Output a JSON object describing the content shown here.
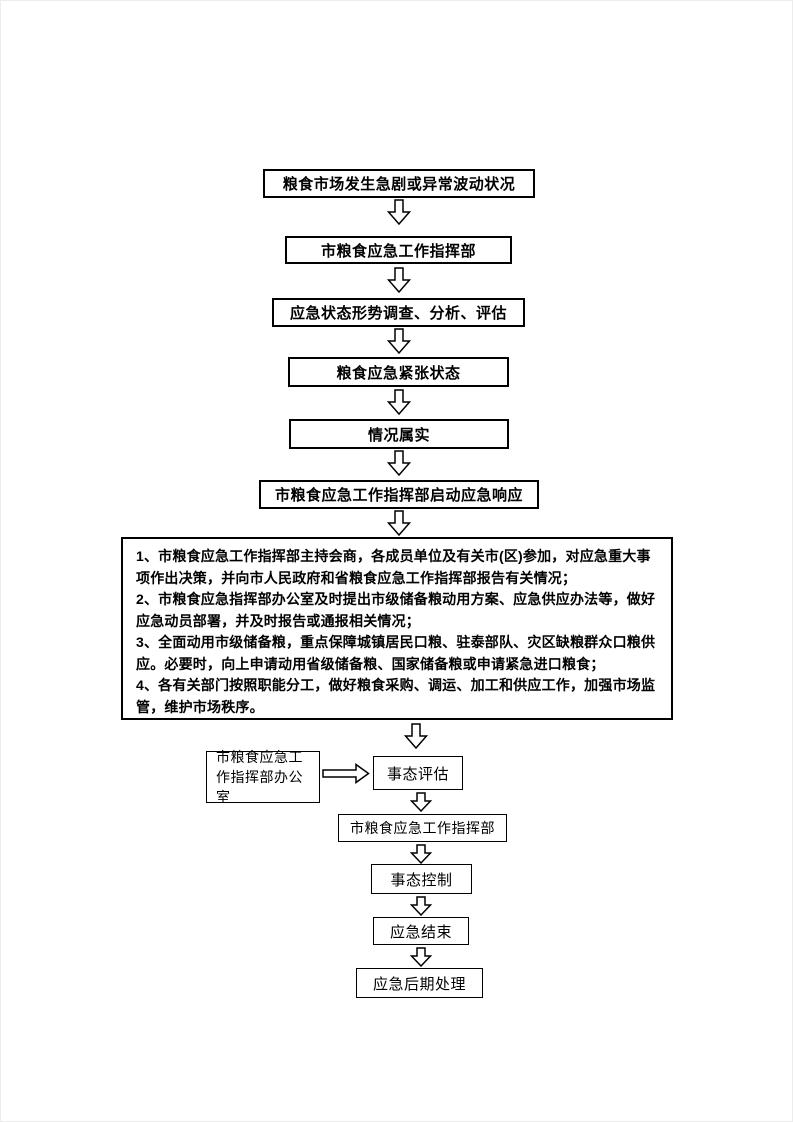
{
  "flowchart": {
    "top_steps": [
      {
        "label": "粮食市场发生急剧或异常波动状况"
      },
      {
        "label": "市粮食应急工作指挥部"
      },
      {
        "label": "应急状态形势调查、分析、评估"
      },
      {
        "label": "粮食应急紧张状态"
      },
      {
        "label": "情况属实"
      },
      {
        "label": "市粮食应急工作指挥部启动应急响应"
      }
    ],
    "measures": {
      "items": [
        "1、市粮食应急工作指挥部主持会商，各成员单位及有关市(区)参加，对应急重大事项作出决策，并向市人民政府和省粮食应急工作指挥部报告有关情况；",
        "2、市粮食应急指挥部办公室及时提出市级储备粮动用方案、应急供应办法等，做好应急动员部署，并及时报告或通报相关情况；",
        "3、全面动用市级储备粮，重点保障城镇居民口粮、驻泰部队、灾区缺粮群众口粮供应。必要时，向上申请动用省级储备粮、国家储备粮或申请紧急进口粮食；",
        "4、各有关部门按照职能分工，做好粮食采购、调运、加工和供应工作，加强市场监管，维护市场秩序。"
      ]
    },
    "side_office": {
      "label": "市粮食应急工作指挥部办公室"
    },
    "bottom_steps": [
      {
        "label": "事态评估"
      },
      {
        "label": "市粮食应急工作指挥部"
      },
      {
        "label": "事态控制"
      },
      {
        "label": "应急结束"
      },
      {
        "label": "应急后期处理"
      }
    ],
    "colors": {
      "line": "#000000",
      "background": "#ffffff"
    }
  }
}
